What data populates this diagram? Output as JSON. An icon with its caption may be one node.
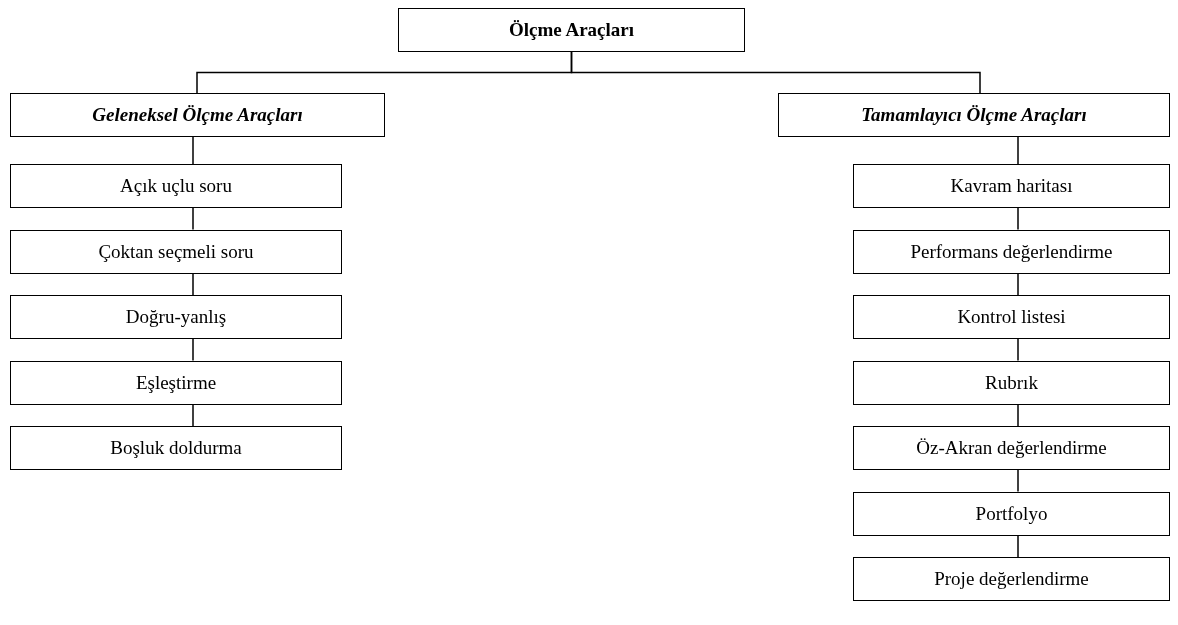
{
  "diagram": {
    "nodes": [
      {
        "text": [
          "Ölçme Araçları"
        ]
      },
      {
        "text": [
          "Geleneksel Ölçme Araçları"
        ]
      },
      {
        "text": [
          "Açık uçlu soru"
        ]
      },
      {
        "text": [
          "Çoktan seçmeli soru"
        ]
      },
      {
        "text": [
          "Doğru-yanlış"
        ]
      },
      {
        "text": [
          "Eşleştirme"
        ]
      },
      {
        "text": [
          "Boşluk doldurma"
        ]
      },
      {
        "text": [
          "Tamamlayıcı Ölçme Araçları"
        ]
      },
      {
        "text": [
          "Kavram haritası"
        ]
      },
      {
        "text": [
          "Performans değerlendirme"
        ]
      },
      {
        "text": [
          "Kontrol listesi"
        ]
      },
      {
        "text": [
          "Rubrık"
        ]
      },
      {
        "text": [
          "Öz-Akran değerlendirme"
        ]
      },
      {
        "text": [
          "Portfolyo"
        ]
      },
      {
        "text": [
          "Proje değerlendirme"
        ]
      }
    ],
    "edges": [
      {
        "from": 0,
        "to": 1,
        "arrow": "none"
      },
      {
        "from": 0,
        "to": 7,
        "arrow": "none"
      },
      {
        "from": 1,
        "to": 2,
        "arrow": "none"
      },
      {
        "from": 2,
        "to": 3,
        "arrow": "none"
      },
      {
        "from": 3,
        "to": 4,
        "arrow": "none"
      },
      {
        "from": 4,
        "to": 5,
        "arrow": "none"
      },
      {
        "from": 5,
        "to": 6,
        "arrow": "none"
      },
      {
        "from": 7,
        "to": 8,
        "arrow": "none"
      },
      {
        "from": 8,
        "to": 9,
        "arrow": "none"
      },
      {
        "from": 9,
        "to": 10,
        "arrow": "none"
      },
      {
        "from": 10,
        "to": 11,
        "arrow": "none"
      },
      {
        "from": 11,
        "to": 12,
        "arrow": "none"
      },
      {
        "from": 12,
        "to": 13,
        "arrow": "none"
      },
      {
        "from": 13,
        "to": 14,
        "arrow": "none"
      }
    ]
  }
}
